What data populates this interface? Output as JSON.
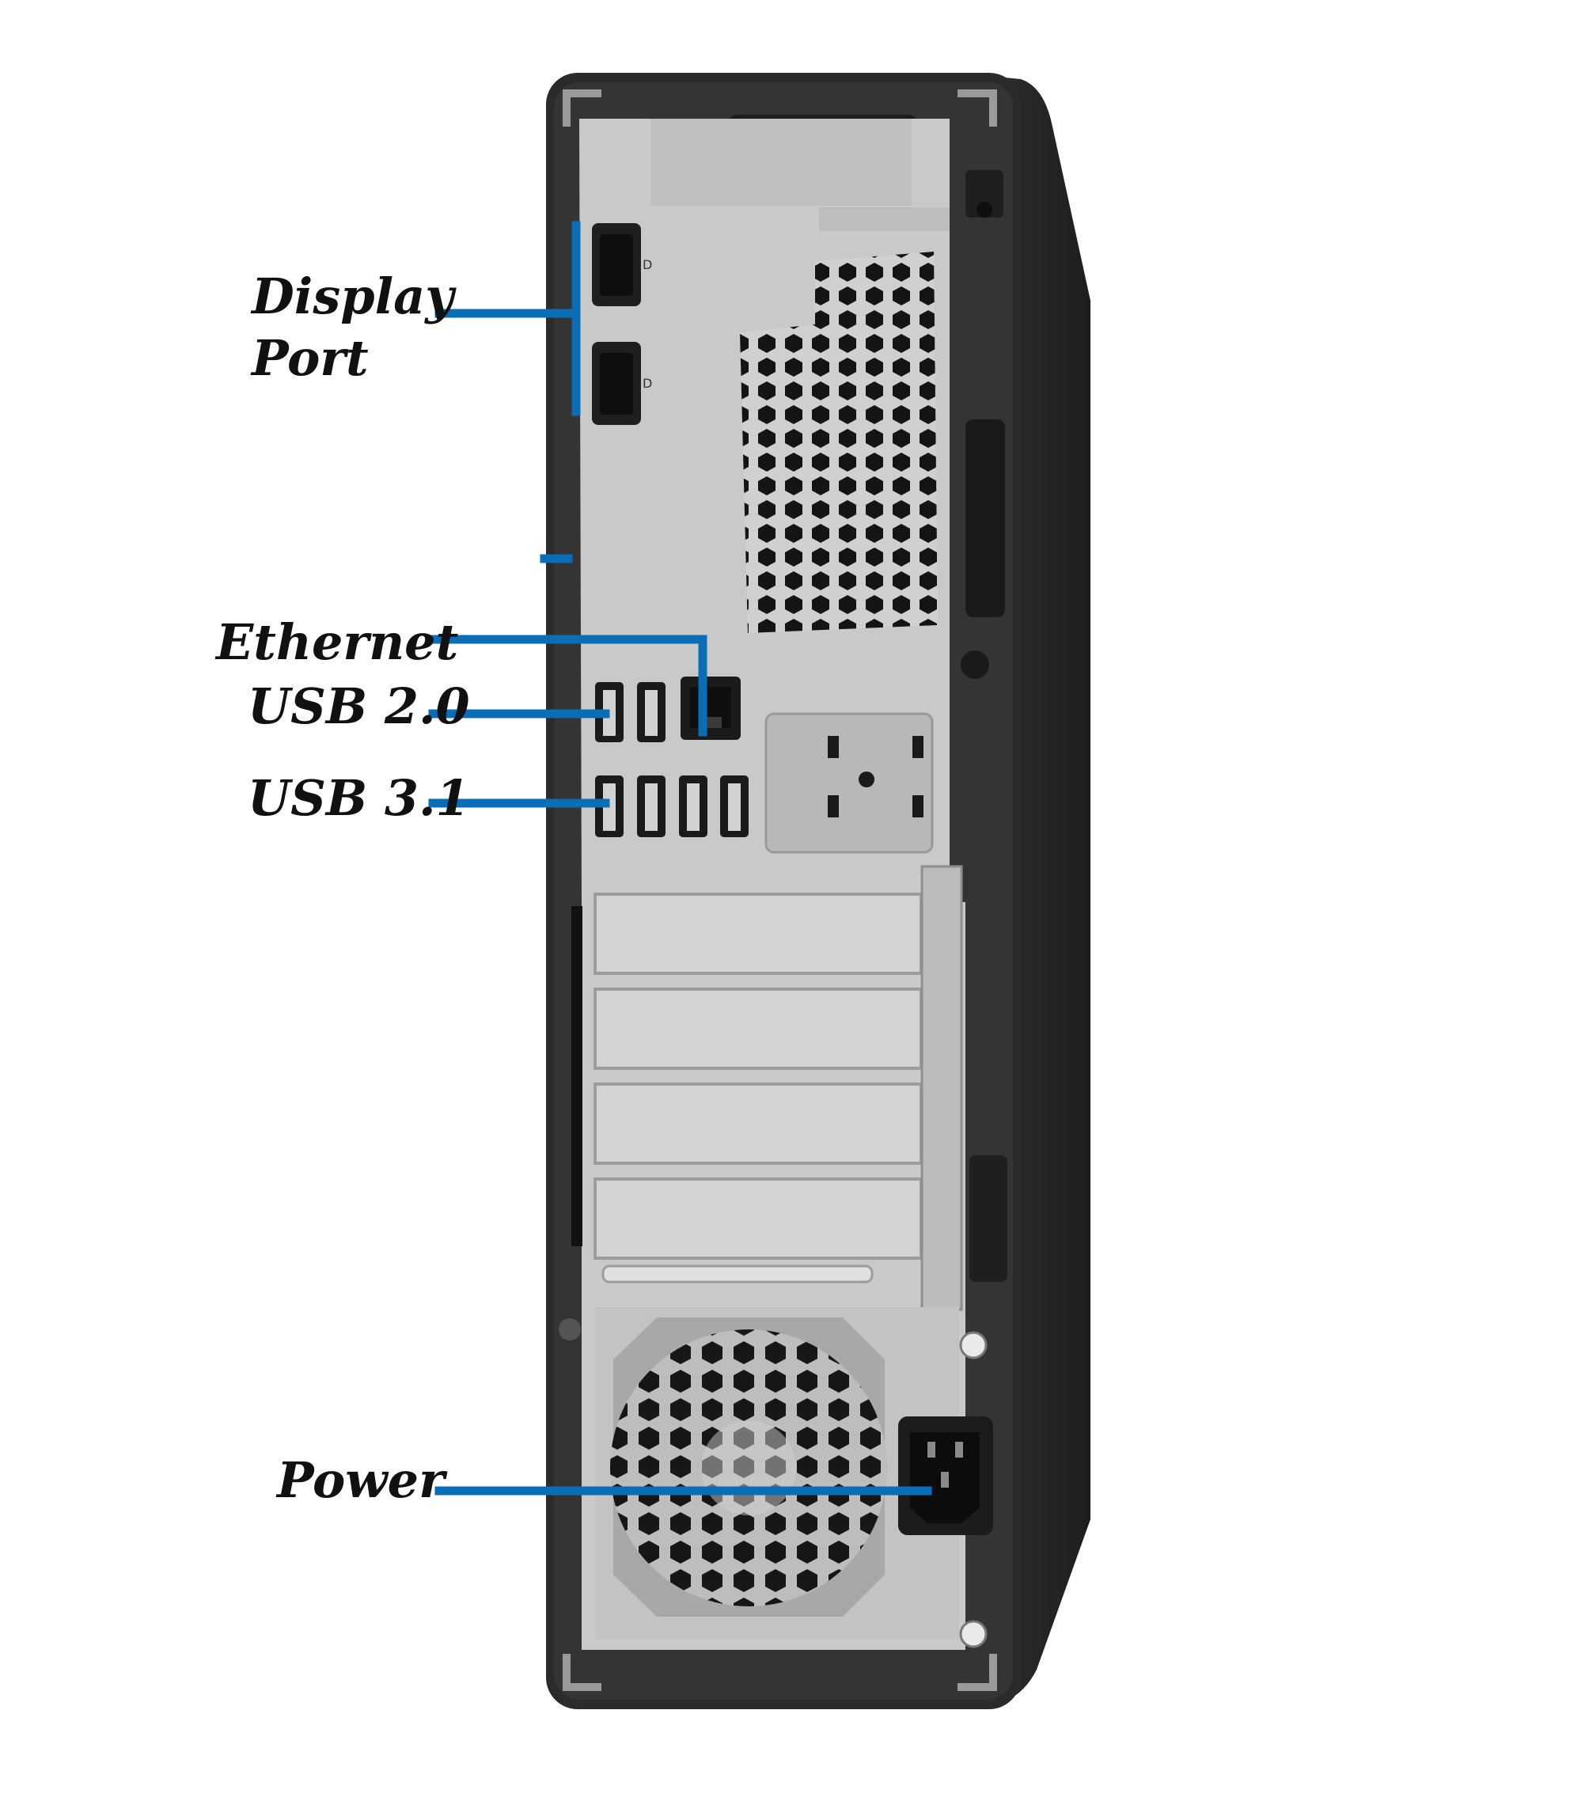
{
  "labels": {
    "display_port_line1": "Display",
    "display_port_line2": "Port",
    "ethernet": "Ethernet",
    "usb20": "USB 2.0",
    "usb31": "USB 3.1",
    "power": "Power"
  },
  "colors": {
    "callout_line": "#0a6eb7",
    "label_text": "#111111",
    "chassis_dark": "#2b2b2c",
    "panel_gray": "#c9c9ca"
  }
}
